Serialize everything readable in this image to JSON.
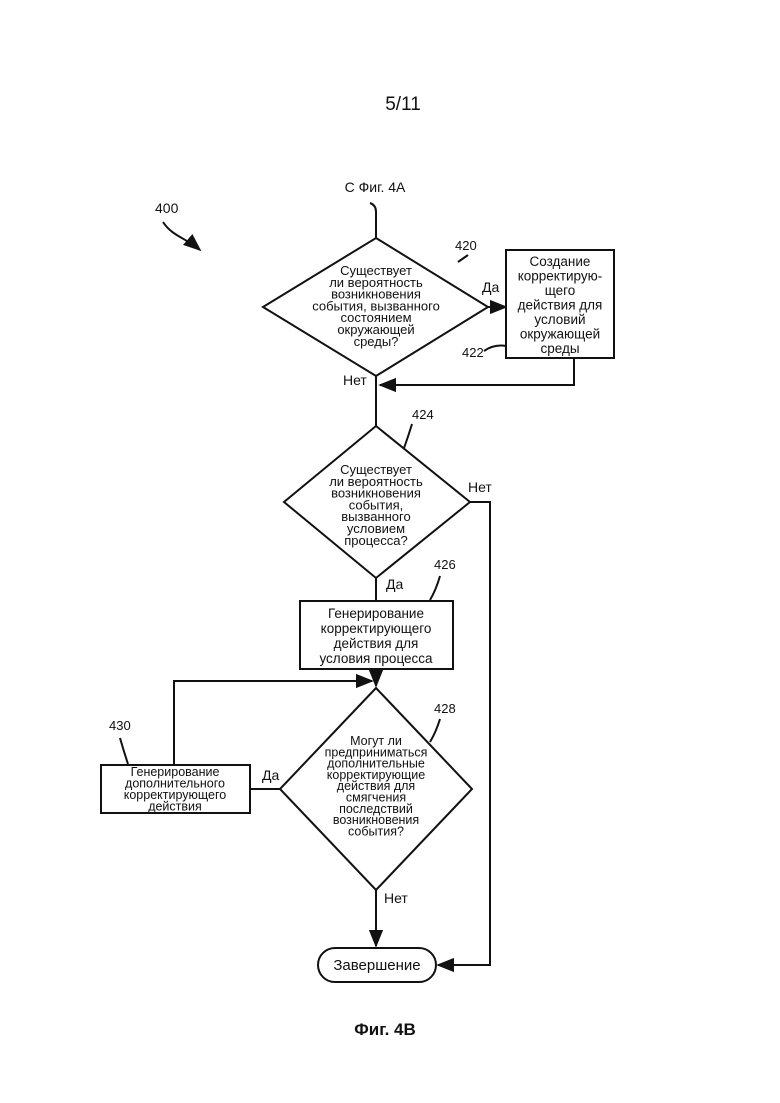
{
  "page_number": "5/11",
  "figure_ref": "400",
  "caption": "Фиг. 4B",
  "connector_in": "С Фиг. 4А",
  "nodes": {
    "d420": {
      "ref": "420",
      "lines": [
        "Существует",
        "ли вероятность",
        "возникновения",
        "события, вызванного",
        "состоянием",
        "окружающей",
        "среды?"
      ]
    },
    "b422": {
      "ref": "422",
      "lines": [
        "Создание",
        "корректирую-",
        "щего",
        "действия для",
        "условий",
        "окружающей",
        "среды"
      ]
    },
    "d424": {
      "ref": "424",
      "lines": [
        "Существует",
        "ли вероятность",
        "возникновения",
        "события,",
        "вызванного",
        "условием",
        "процесса?"
      ]
    },
    "b426": {
      "ref": "426",
      "lines": [
        "Генерирование",
        "корректирующего",
        "действия для",
        "условия процесса"
      ]
    },
    "d428": {
      "ref": "428",
      "lines": [
        "Могут ли",
        "предприниматься",
        "дополнительные",
        "корректирующие",
        "действия для",
        "смягчения",
        "последствий",
        "возникновения",
        "события?"
      ]
    },
    "b430": {
      "ref": "430",
      "lines": [
        "Генерирование",
        "дополнительного",
        "корректирующего",
        "действия"
      ]
    },
    "end": {
      "label": "Завершение"
    }
  },
  "edge_labels": {
    "yes_420": "Да",
    "no_420": "Нет",
    "no_424": "Нет",
    "yes_424": "Да",
    "yes_428": "Да",
    "no_428": "Нет"
  }
}
